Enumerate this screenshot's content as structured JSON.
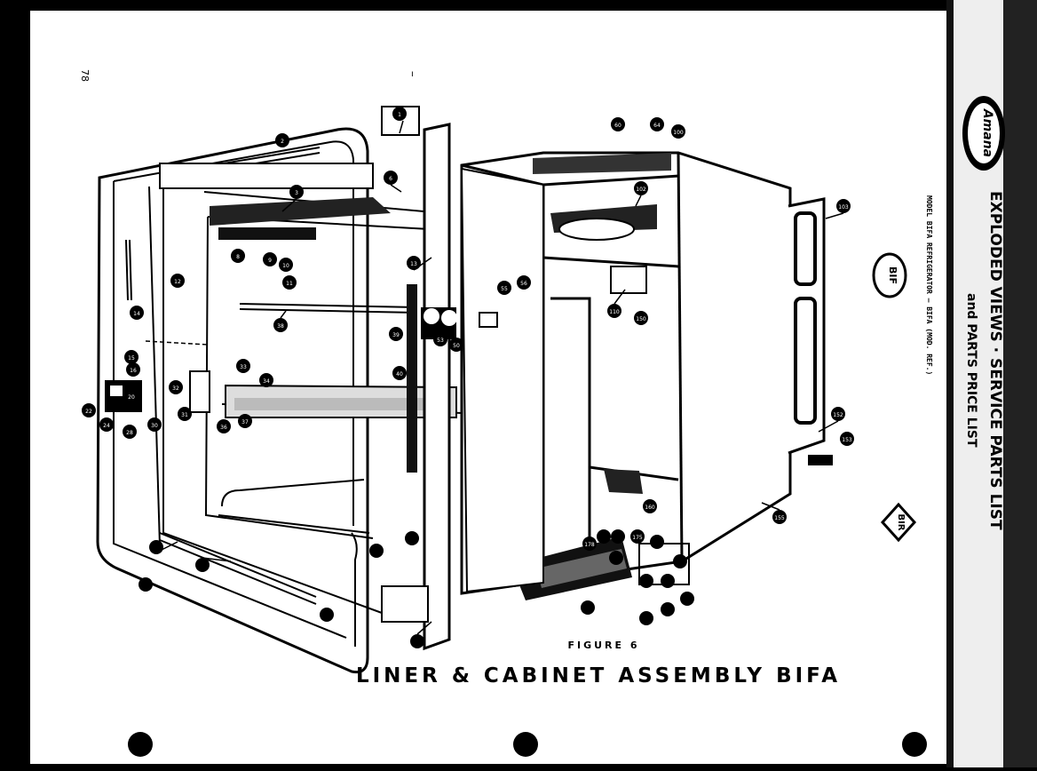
{
  "page_number": "78",
  "figure_caption": "FIGURE 6",
  "figure_title": "LINER & CABINET ASSEMBLY BIFA",
  "brand": "Amana",
  "header_title": "EXPLODED VIEWS · SERVICE PARTS LIST",
  "header_subtitle": "and PARTS PRICE LIST",
  "header_model_line": "MODEL BIFA REFRIGERATOR — BIFA (MOD. REF.)",
  "badge_top": "BIF",
  "badge_bottom": "BIR",
  "callouts": [
    "1",
    "2",
    "3",
    "6",
    "8",
    "9",
    "10",
    "11",
    "12",
    "13",
    "14",
    "15",
    "16",
    "20",
    "22",
    "24",
    "28",
    "30",
    "31",
    "32",
    "33",
    "34",
    "36",
    "37",
    "38",
    "39",
    "40",
    "50",
    "53",
    "55",
    "56",
    "60",
    "64",
    "100",
    "102",
    "103",
    "110",
    "150",
    "152",
    "153",
    "155",
    "160",
    "175",
    "178"
  ]
}
